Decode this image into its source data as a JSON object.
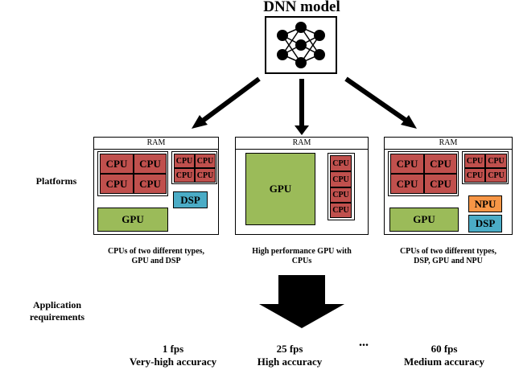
{
  "title": "DNN model",
  "labels": {
    "platforms": "Platforms",
    "requirements_line1": "Application",
    "requirements_line2": "requirements"
  },
  "platform1": {
    "ram": "RAM",
    "cpu_large": [
      "CPU",
      "CPU",
      "CPU",
      "CPU"
    ],
    "cpu_small": [
      "CPU",
      "CPU",
      "CPU",
      "CPU"
    ],
    "dsp": "DSP",
    "gpu": "GPU",
    "caption_line1": "CPUs of two different types,",
    "caption_line2": "GPU and DSP"
  },
  "platform2": {
    "ram": "RAM",
    "gpu": "GPU",
    "cpu_small": [
      "CPU",
      "CPU",
      "CPU",
      "CPU"
    ],
    "caption_line1": "High performance GPU with",
    "caption_line2": "CPUs"
  },
  "platform3": {
    "ram": "RAM",
    "cpu_large": [
      "CPU",
      "CPU",
      "CPU",
      "CPU"
    ],
    "cpu_small": [
      "CPU",
      "CPU",
      "CPU",
      "CPU"
    ],
    "npu": "NPU",
    "dsp": "DSP",
    "gpu": "GPU",
    "caption_line1": "CPUs of two different types,",
    "caption_line2": "DSP, GPU and NPU"
  },
  "requirements": [
    {
      "fps": "1 fps",
      "accuracy": "Very-high accuracy"
    },
    {
      "fps": "25 fps",
      "accuracy": "High accuracy"
    },
    {
      "fps": "60 fps",
      "accuracy": "Medium accuracy"
    }
  ],
  "ellipsis": "...",
  "colors": {
    "cpu": "#c0504d",
    "gpu": "#9bbb59",
    "dsp": "#4bacc6",
    "npu": "#f79646"
  }
}
